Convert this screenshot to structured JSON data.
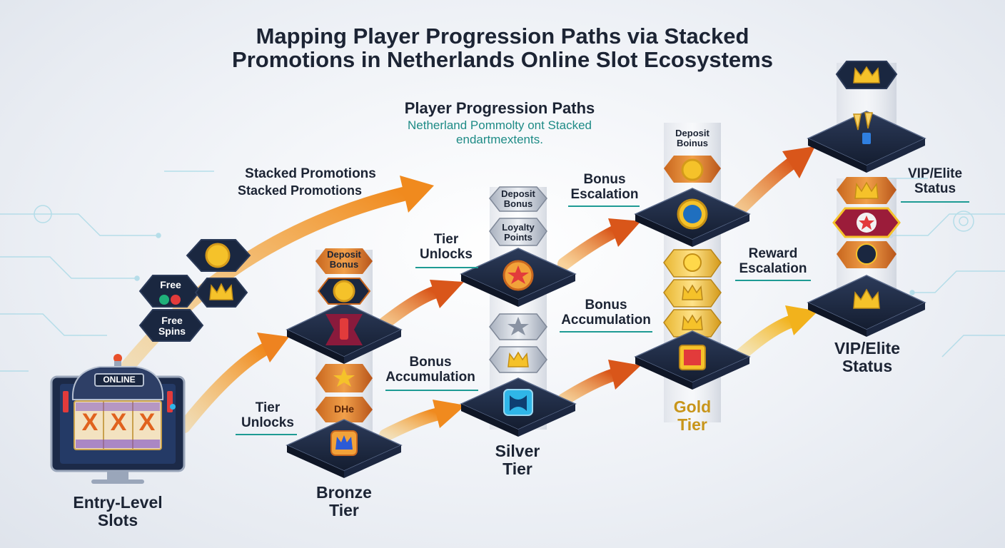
{
  "title": {
    "line1": "Mapping Player Progression Paths via Stacked",
    "line2": "Promotions in Netherlands Online Slot Ecosystems"
  },
  "subtitle": {
    "heading": "Player Progression Paths",
    "line1": "Netherland Pommolty ont Stacked",
    "line2": "endartmextents."
  },
  "labels": {
    "stacked_1": "Stacked Promotions",
    "stacked_2": "Stacked Promotions",
    "tier_unlocks_upper_1": "Tier",
    "tier_unlocks_upper_2": "Unlocks",
    "tier_unlocks_lower_1": "Tier",
    "tier_unlocks_lower_2": "Unlocks",
    "bonus_accum_lower_1": "Bonus",
    "bonus_accum_lower_2": "Accumulation",
    "bonus_escalation_1": "Bonus",
    "bonus_escalation_2": "Escalation",
    "bonus_accum_upper_1": "Bonus",
    "bonus_accum_upper_2": "Accumulation",
    "reward_escalation_1": "Reward",
    "reward_escalation_2": "Escalation",
    "vip_upper_1": "VIP/Elite",
    "vip_upper_2": "Status"
  },
  "tiers": {
    "entry_1": "Entry-Level",
    "entry_2": "Slots",
    "bronze_1": "Bronze",
    "bronze_2": "Tier",
    "silver_1": "Silver",
    "silver_2": "Tier",
    "gold_1": "Gold",
    "gold_2": "Tier",
    "vip_1": "VIP/Elite",
    "vip_2": "Status"
  },
  "badges": {
    "free_1": "Free",
    "free_spins_1": "Free",
    "free_spins_2": "Spins",
    "bronze_deposit_1": "Deposit",
    "bronze_deposit_2": "Bonus",
    "bronze_mid": "DHe",
    "silver_deposit_1": "Deposit",
    "silver_deposit_2": "Bonus",
    "silver_loyalty_1": "Loyalty",
    "silver_loyalty_2": "Points",
    "gold_deposit_1": "Deposit",
    "gold_deposit_2": "Boinus"
  },
  "machine": {
    "sign": "ONLINE",
    "reel_symbol": "X"
  },
  "colors": {
    "accent_teal": "#1e9b94",
    "arrow_orange": "#e8701f",
    "arrow_gold": "#f2b21c",
    "navy": "#1a2740",
    "gold_text": "#c8951a"
  },
  "icons": [
    "coin-icon",
    "crown-icon",
    "star-icon",
    "circuit-icon",
    "champagne-icon",
    "slot-machine-icon"
  ]
}
